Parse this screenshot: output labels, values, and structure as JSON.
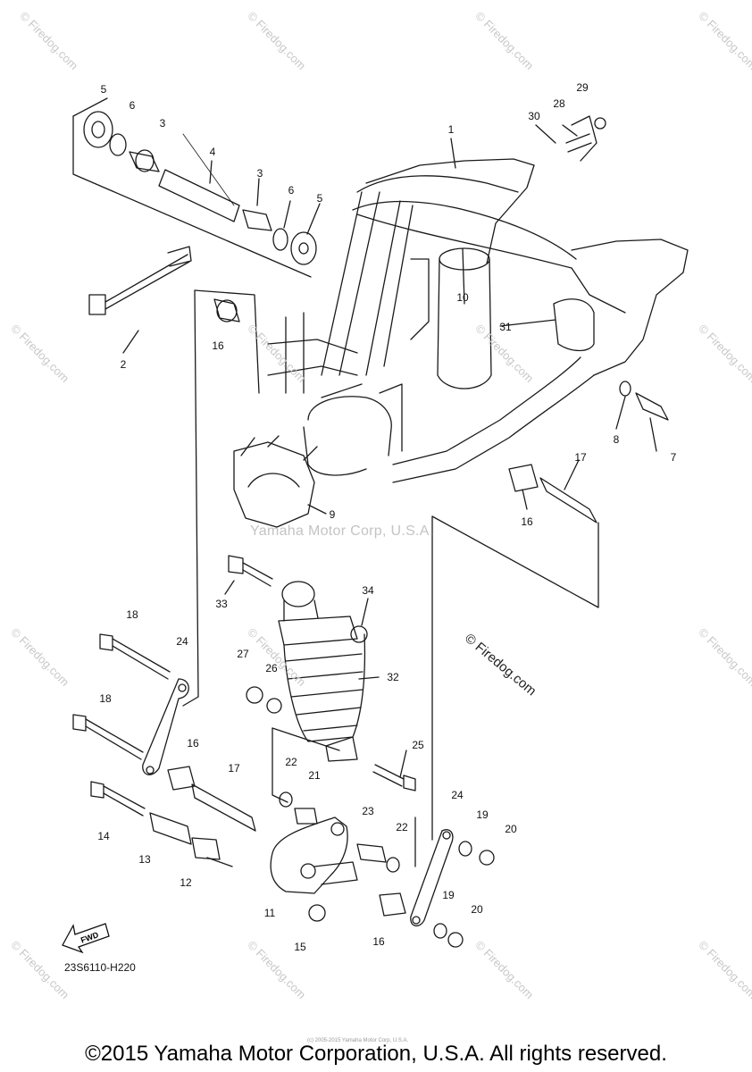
{
  "watermark_text": "© Firedog.com",
  "center_watermark": "Yamaha Motor Corp, U.S.A.",
  "mid_watermark": "© Firedog.com",
  "diagram_code": "23S6110-H220",
  "fwd_label": "FWD",
  "tiny_copyright": "(c) 2005-2015 Yamaha Motor Corp, U.S.A.",
  "footer": "©2015 Yamaha Motor Corporation, U.S.A. All rights reserved.",
  "callouts": [
    "1",
    "2",
    "3",
    "3",
    "4",
    "5",
    "5",
    "6",
    "6",
    "7",
    "8",
    "9",
    "10",
    "11",
    "12",
    "13",
    "14",
    "15",
    "16",
    "16",
    "16",
    "16",
    "17",
    "17",
    "18",
    "18",
    "19",
    "19",
    "20",
    "20",
    "21",
    "22",
    "22",
    "23",
    "24",
    "24",
    "25",
    "26",
    "27",
    "28",
    "29",
    "30",
    "31",
    "32",
    "33",
    "34"
  ],
  "colors": {
    "line": "#1a1a1a",
    "watermark": "#c8c8c8"
  }
}
